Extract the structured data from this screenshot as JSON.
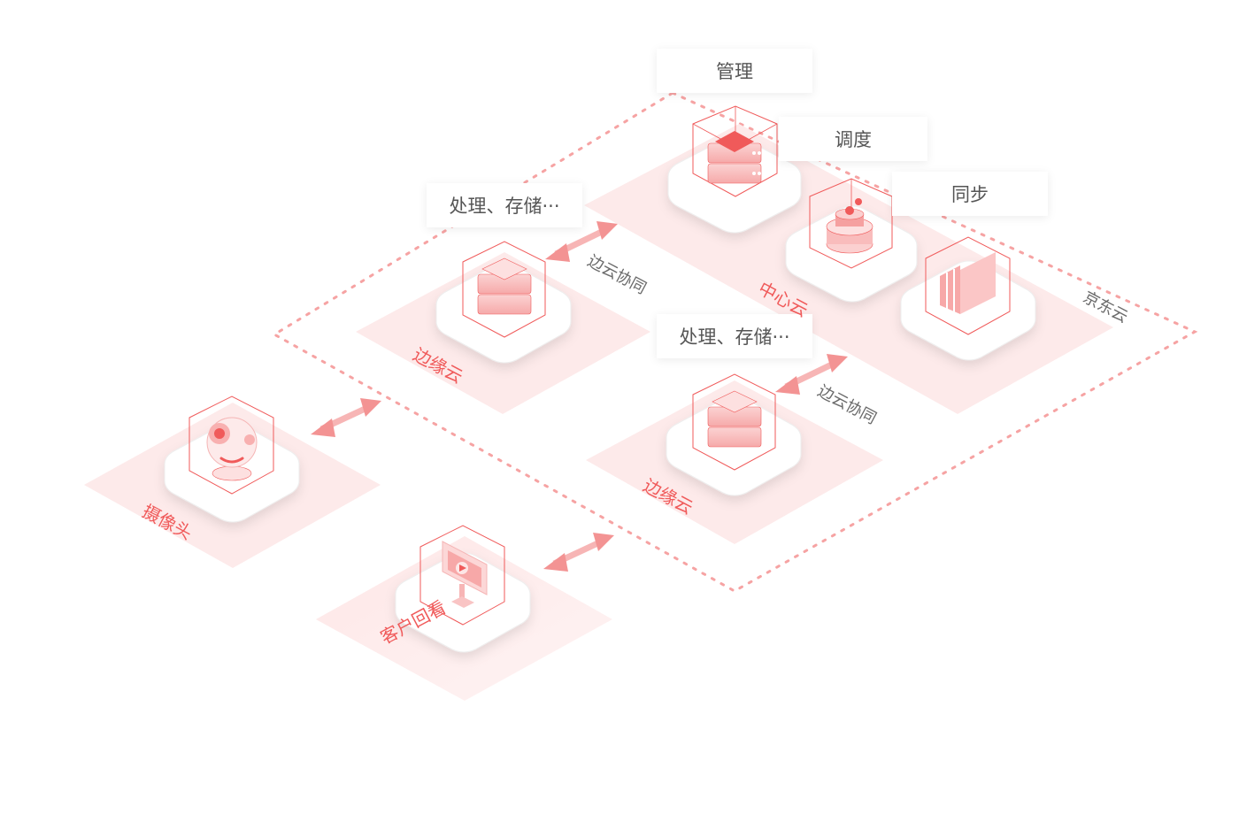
{
  "colors": {
    "accent": "#f05a5a",
    "zone_fill": "#fde9e9",
    "dashed_border": "#f6a3a3",
    "label_text": "#555555"
  },
  "labels": {
    "manage": "管理",
    "schedule": "调度",
    "sync": "同步",
    "process_store_1": "处理、存储···",
    "process_store_2": "处理、存储···"
  },
  "zones": {
    "jd_cloud": "京东云",
    "center_cloud": "中心云",
    "edge_cloud_1": "边缘云",
    "edge_cloud_2": "边缘云",
    "camera": "摄像头",
    "playback": "客户回看"
  },
  "arrows": {
    "edge_cloud_collab_1": "边云协同",
    "edge_cloud_collab_2": "边云协同"
  },
  "icons": {
    "center_server": "chip-server-icon",
    "center_disk": "disk-stack-icon",
    "center_rack": "rack-cabinet-icon",
    "edge_server_1": "server-stack-icon",
    "edge_server_2": "server-stack-icon",
    "camera": "webcam-icon",
    "monitor": "monitor-play-icon"
  }
}
